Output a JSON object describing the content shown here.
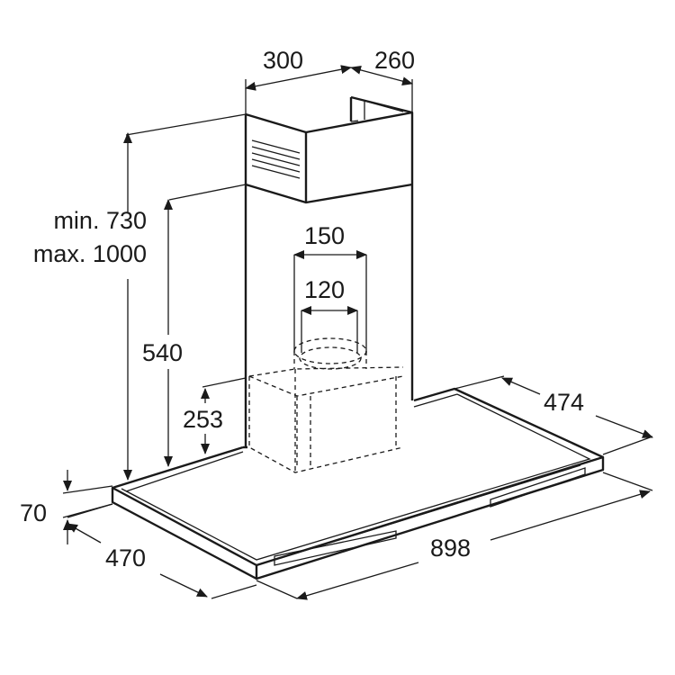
{
  "diagram": {
    "product": "chimney cooker hood",
    "units": "mm",
    "dimensions": {
      "chimney_width": "300",
      "chimney_depth": "260",
      "height_min": "min. 730",
      "height_max": "max. 1000",
      "chimney_lower_height": "540",
      "motor_box_height": "253",
      "outlet_outer_diameter": "150",
      "outlet_inner_diameter": "120",
      "canopy_thickness": "70",
      "canopy_depth": "470",
      "canopy_depth_top": "474",
      "canopy_width": "898"
    }
  }
}
